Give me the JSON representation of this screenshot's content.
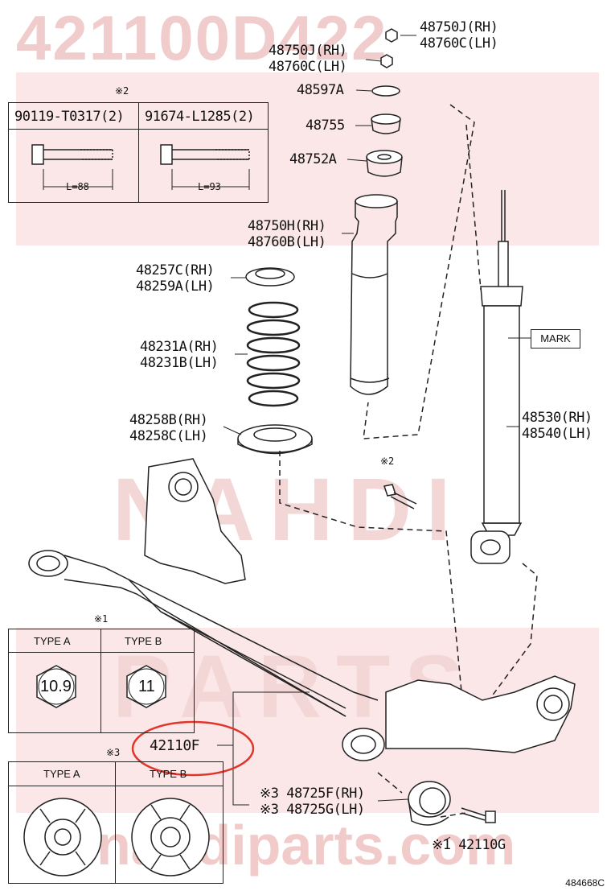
{
  "watermark": {
    "part_code": "421100D422",
    "brand_word1": "NAHDI",
    "brand_word2": "PARTS",
    "url": "nahdiparts.com"
  },
  "colors": {
    "watermark": "#f1cccc",
    "highlight_circle": "#e0352c",
    "lines": "#222222"
  },
  "labels": {
    "p1a": "48750J(RH)",
    "p1b": "48760C(LH)",
    "p2a": "48750J(RH)",
    "p2b": "48760C(LH)",
    "p3": "48597A",
    "p4": "48755",
    "p5": "48752A",
    "p6a": "48750H(RH)",
    "p6b": "48760B(LH)",
    "p7a": "48257C(RH)",
    "p7b": "48259A(LH)",
    "p8a": "48231A(RH)",
    "p8b": "48231B(LH)",
    "p9a": "48258B(RH)",
    "p9b": "48258C(LH)",
    "p10a": "48530(RH)",
    "p10b": "48540(LH)",
    "mark": "MARK",
    "note2_top": "※2",
    "note2_mid": "※2",
    "note1": "※1",
    "note3": "※3",
    "p11": "42110F",
    "p12a": "※3 48725F(RH)",
    "p12b": "※3 48725G(LH)",
    "p13": "※1 42110G",
    "ref": "484668C"
  },
  "bolt_table": {
    "col1": "90119-T0317(2)",
    "col2": "91674-L1285(2)",
    "len1": "L=88",
    "len2": "L=93"
  },
  "type_table1": {
    "type_a": "TYPE A",
    "type_b": "TYPE B",
    "a_value": "10.9",
    "b_value": "11"
  },
  "type_table2": {
    "type_a": "TYPE A",
    "type_b": "TYPE B"
  }
}
